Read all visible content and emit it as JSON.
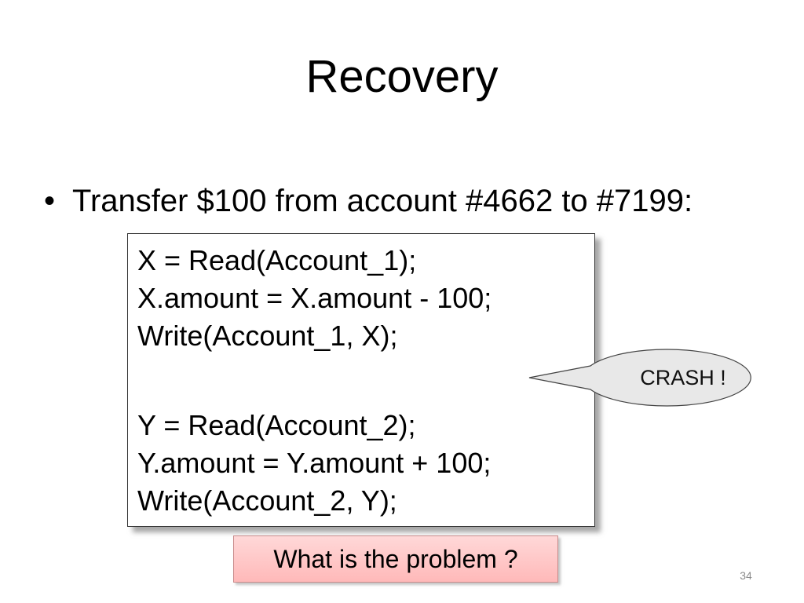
{
  "slide": {
    "title": "Recovery",
    "bullet": {
      "marker": "•",
      "text": "Transfer $100 from account #4662 to #7199:"
    },
    "code": {
      "block1": [
        "X = Read(Account_1);",
        "X.amount = X.amount - 100;",
        "Write(Account_1, X);"
      ],
      "block2": [
        "Y = Read(Account_2);",
        "Y.amount = Y.amount + 100;",
        "Write(Account_2, Y);"
      ]
    },
    "callout": {
      "text": "CRASH !",
      "fill": "#e8e8e8"
    },
    "question": {
      "text": "What is the problem ?",
      "color": "#ffc4c4"
    },
    "page_number": "34"
  }
}
